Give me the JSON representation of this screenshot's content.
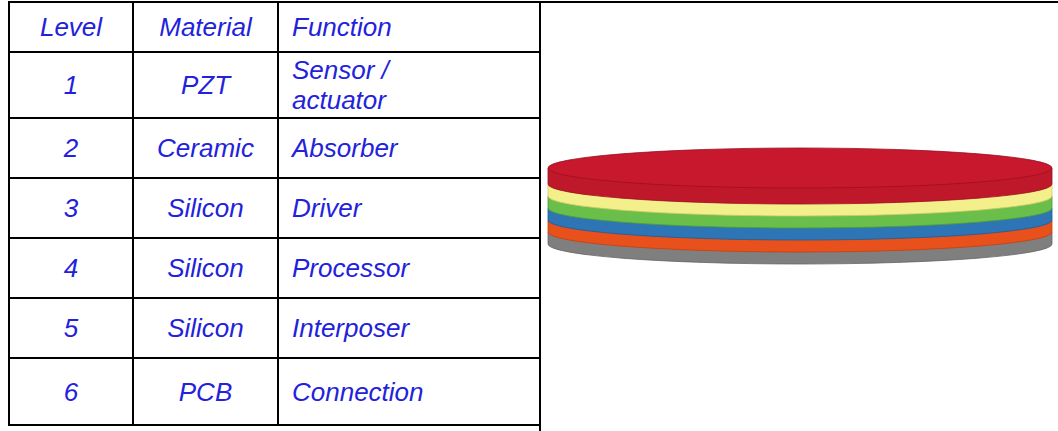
{
  "diagram": {
    "labels": [
      "Level",
      "Material",
      "Function",
      "1",
      "PZT",
      "Sensor / actuator",
      "2",
      "Ceramic",
      "Absorber",
      "3",
      "Silicon",
      "Driver",
      "4",
      "Silicon",
      "Processor",
      "5",
      "Silicon",
      "Interposer",
      "6",
      "PCB",
      "Connection"
    ]
  }
}
